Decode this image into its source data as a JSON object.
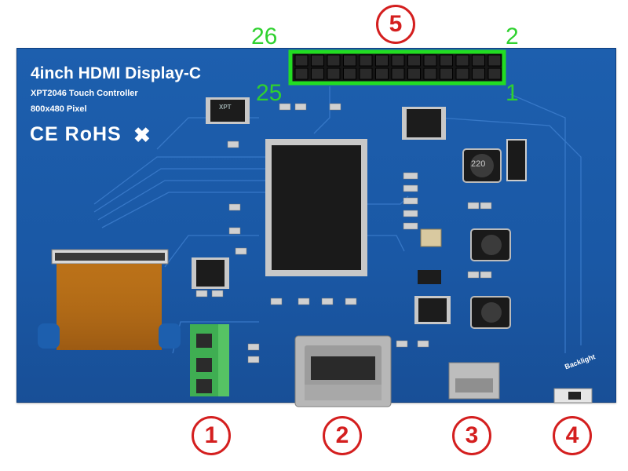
{
  "board": {
    "title": "4inch HDMI Display-C",
    "subtitle_1": "XPT2046 Touch Controller",
    "subtitle_2": "800x480 Pixel",
    "cert_marks": "CE RoHS",
    "backlight_label": "Backlight",
    "inductor_code": "220",
    "chip_marking": "XPT"
  },
  "gpio_header": {
    "pin_labels": {
      "top_left": "26",
      "top_right": "2",
      "bottom_left": "25",
      "bottom_right": "1"
    },
    "highlight_color": "#22dd22"
  },
  "callouts": {
    "items": [
      "1",
      "2",
      "3",
      "4",
      "5"
    ],
    "color": "#d41f1f"
  }
}
